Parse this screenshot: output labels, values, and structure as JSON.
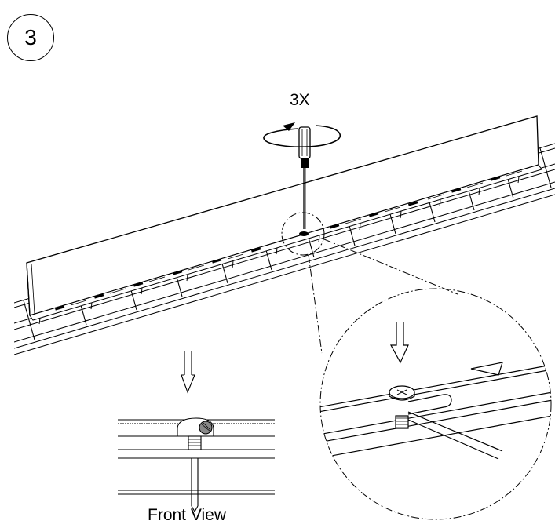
{
  "step": {
    "number": "3"
  },
  "repeat_count": "3X",
  "front_view_label": "Front View",
  "icons": [
    "screwdriver-icon",
    "rotation-arrow-icon",
    "screw-icon"
  ]
}
